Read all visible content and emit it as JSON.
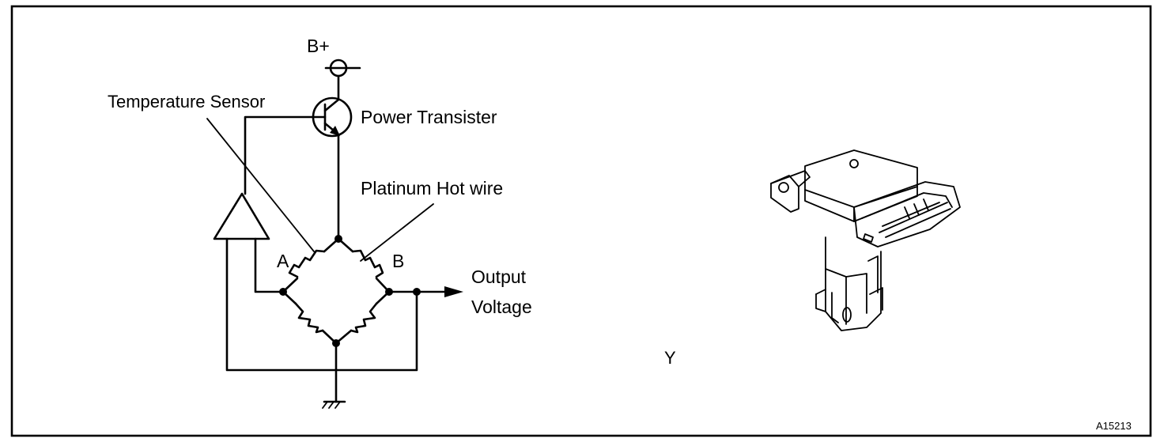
{
  "labels": {
    "supply": "B+",
    "temperature_sensor": "Temperature Sensor",
    "power_transistor": "Power Transister",
    "hot_wire": "Platinum Hot wire",
    "node_a": "A",
    "node_b": "B",
    "output_line1": "Output",
    "output_line2": "Voltage",
    "part_marker": "Y",
    "figure_code": "A15213"
  }
}
